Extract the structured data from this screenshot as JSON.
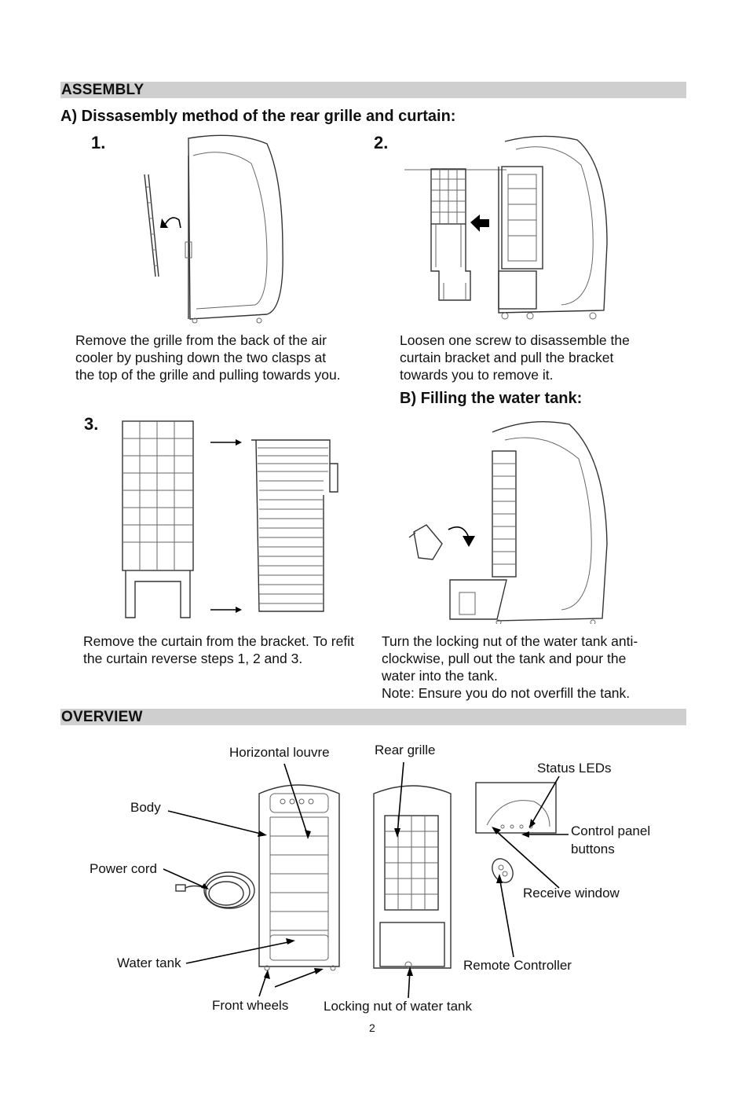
{
  "assembly": {
    "heading": "ASSEMBLY",
    "section_a_title": "A) Dissasembly method of the rear grille and curtain:",
    "steps": {
      "s1": {
        "number": "1.",
        "lines": [
          "Remove the grille from the back of the air",
          "cooler by pushing down the two clasps at",
          "the top of the grille and pulling towards you."
        ]
      },
      "s2": {
        "number": "2.",
        "lines": [
          "Loosen one screw to disassemble the",
          "curtain bracket and pull the bracket",
          "towards you to remove it."
        ]
      },
      "s3": {
        "number": "3.",
        "lines": [
          "Remove the curtain from the bracket. To refit",
          "the curtain reverse steps 1, 2 and 3."
        ]
      }
    },
    "section_b": {
      "title": "B) Filling the water tank:",
      "lines": [
        "Turn the locking nut of the water tank anti-",
        "clockwise, pull out the tank and pour the",
        "water into the tank.",
        "Note: Ensure you do not overfill the tank."
      ]
    }
  },
  "overview": {
    "heading": "OVERVIEW",
    "labels": {
      "horizontal_louvre": "Horizontal louvre",
      "rear_grille": "Rear grille",
      "status_leds": "Status LEDs",
      "body": "Body",
      "control_panel_1": "Control panel",
      "control_panel_2": "buttons",
      "power_cord": "Power cord",
      "receive_window": "Receive window",
      "water_tank": "Water tank",
      "remote_controller": "Remote Controller",
      "front_wheels": "Front wheels",
      "locking_nut": "Locking nut of water tank"
    }
  },
  "page_number": "2"
}
